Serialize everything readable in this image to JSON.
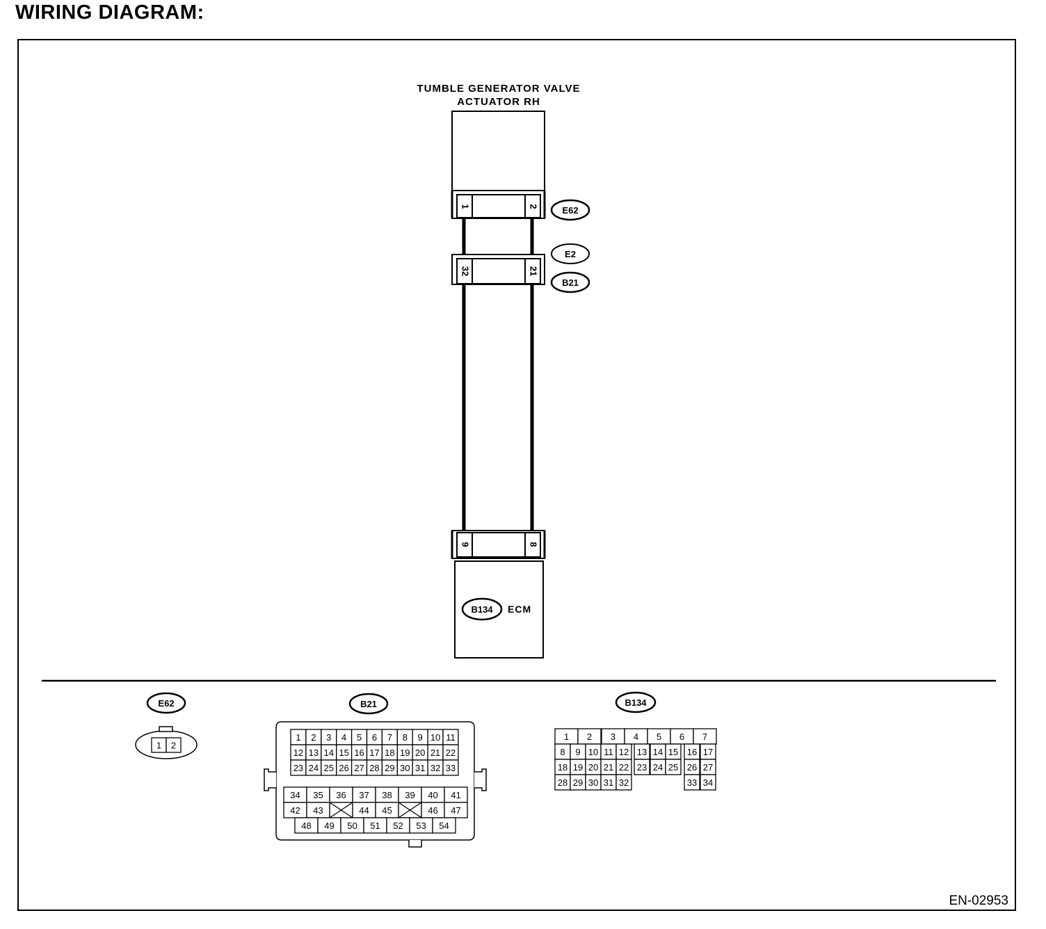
{
  "title": "WIRING DIAGRAM:",
  "figure_id": "EN-02953",
  "actuator": {
    "label_line1": "TUMBLE GENERATOR VALVE",
    "label_line2": "ACTUATOR RH"
  },
  "ecm": {
    "label": "ECM",
    "connector": "B134"
  },
  "connectors": {
    "e62": {
      "id": "E62",
      "left_pin": "1",
      "right_pin": "2"
    },
    "e2_b21": {
      "upper_id": "E2",
      "lower_id": "B21",
      "left_pin": "32",
      "right_pin": "21"
    },
    "b134": {
      "left_pin": "9",
      "right_pin": "8"
    }
  },
  "faces": {
    "e62": {
      "label": "E62",
      "pins": [
        "1",
        "2"
      ]
    },
    "b21": {
      "label": "B21",
      "rows": [
        [
          "1",
          "2",
          "3",
          "4",
          "5",
          "6",
          "7",
          "8",
          "9",
          "10",
          "11"
        ],
        [
          "12",
          "13",
          "14",
          "15",
          "16",
          "17",
          "18",
          "19",
          "20",
          "21",
          "22"
        ],
        [
          "23",
          "24",
          "25",
          "26",
          "27",
          "28",
          "29",
          "30",
          "31",
          "32",
          "33"
        ],
        [
          "34",
          "35",
          "36",
          "37",
          "38",
          "39",
          "40",
          "41"
        ],
        [
          "42",
          "43",
          "",
          "44",
          "45",
          "",
          "46",
          "47"
        ],
        [
          "48",
          "49",
          "50",
          "51",
          "52",
          "53",
          "54"
        ]
      ]
    },
    "b134": {
      "label": "B134",
      "rows": [
        [
          "1",
          "2",
          "3",
          "4",
          "5",
          "6",
          "7"
        ],
        [
          "8",
          "9",
          "10",
          "11",
          "12",
          "13",
          "14",
          "15",
          "16",
          "17"
        ],
        [
          "18",
          "19",
          "20",
          "21",
          "22",
          "23",
          "24",
          "25",
          "26",
          "27"
        ],
        [
          "28",
          "29",
          "30",
          "31",
          "32",
          "33",
          "34"
        ]
      ]
    }
  }
}
